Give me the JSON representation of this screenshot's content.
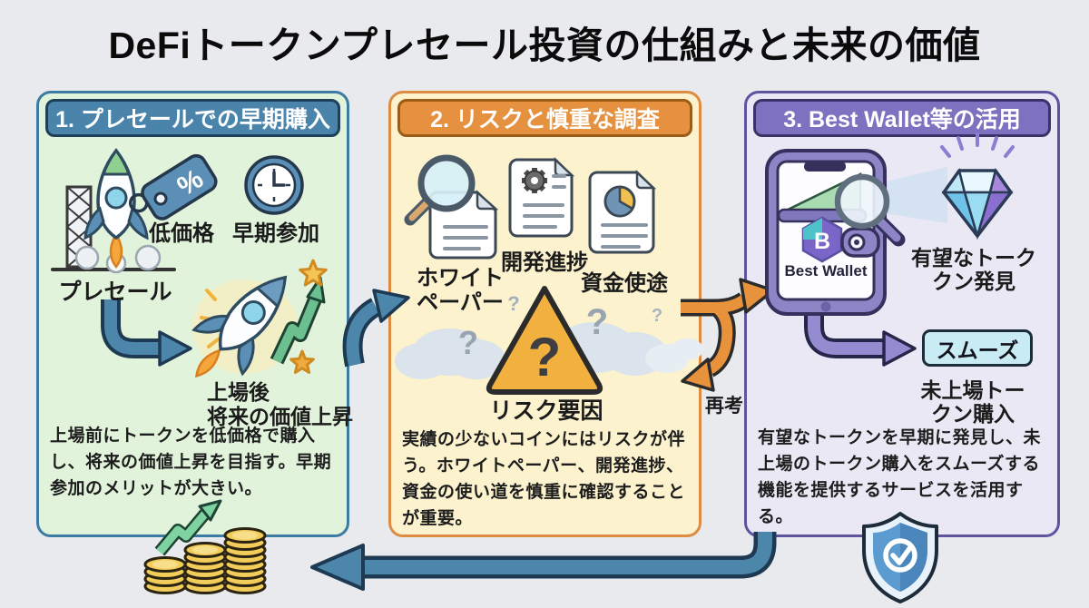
{
  "title": "DeFiトークンプレセール投資の仕組みと未来の価値",
  "colors": {
    "background": "#e8eaee",
    "panel1_bg": "#e2f3db",
    "panel1_border": "#3c7ca3",
    "panel1_header_bg": "#4a84ab",
    "panel2_bg": "#fcf2cd",
    "panel2_border": "#dd8c42",
    "panel2_header_bg": "#e5913f",
    "panel3_bg": "#e9e8f4",
    "panel3_border": "#5e54a0",
    "panel3_header_bg": "#7e71bf",
    "arrow_blue": "#4d86ab",
    "arrow_orange": "#e8923c",
    "arrow_purple": "#958bd0",
    "arrow_green": "#7fd3a0",
    "smooth_box_bg": "#c9ebf3",
    "warning_triangle": "#f2b13f"
  },
  "panels": [
    {
      "header": "1. プレセールでの早期購入",
      "labels": {
        "presale": "プレセール",
        "low_price": "低価格",
        "early_join": "早期参加",
        "after_listing_1": "上場後",
        "after_listing_2": "将来の価値上昇"
      },
      "tag_glyph": "%",
      "description": "上場前にトークンを低価格で購入し、将来の価値上昇を目指す。早期参加のメリットが大きい。"
    },
    {
      "header": "2. リスクと慎重な調査",
      "labels": {
        "whitepaper_1": "ホワイト",
        "whitepaper_2": "ペーパー",
        "dev_progress": "開発進捗",
        "fund_use": "資金使途",
        "risk_factor": "リスク要因",
        "reconsider": "再考"
      },
      "question_glyph": "?",
      "description": "実績の少ないコインにはリスクが伴う。ホワイトペーパー、開発進捗、資金の使い道を慎重に確認することが重要。"
    },
    {
      "header": "3. Best Wallet等の活用",
      "labels": {
        "wallet_name": "Best Wallet",
        "logo_glyph": "B",
        "discover_1": "有望なトーク",
        "discover_2": "クン発見",
        "smooth": "スムーズ",
        "purchase_1": "未上場トー",
        "purchase_2": "クン購入"
      },
      "description": "有望なトークンを早期に発見し、未上場のトークン購入をスムーズする機能を提供するサービスを活用する。"
    }
  ]
}
